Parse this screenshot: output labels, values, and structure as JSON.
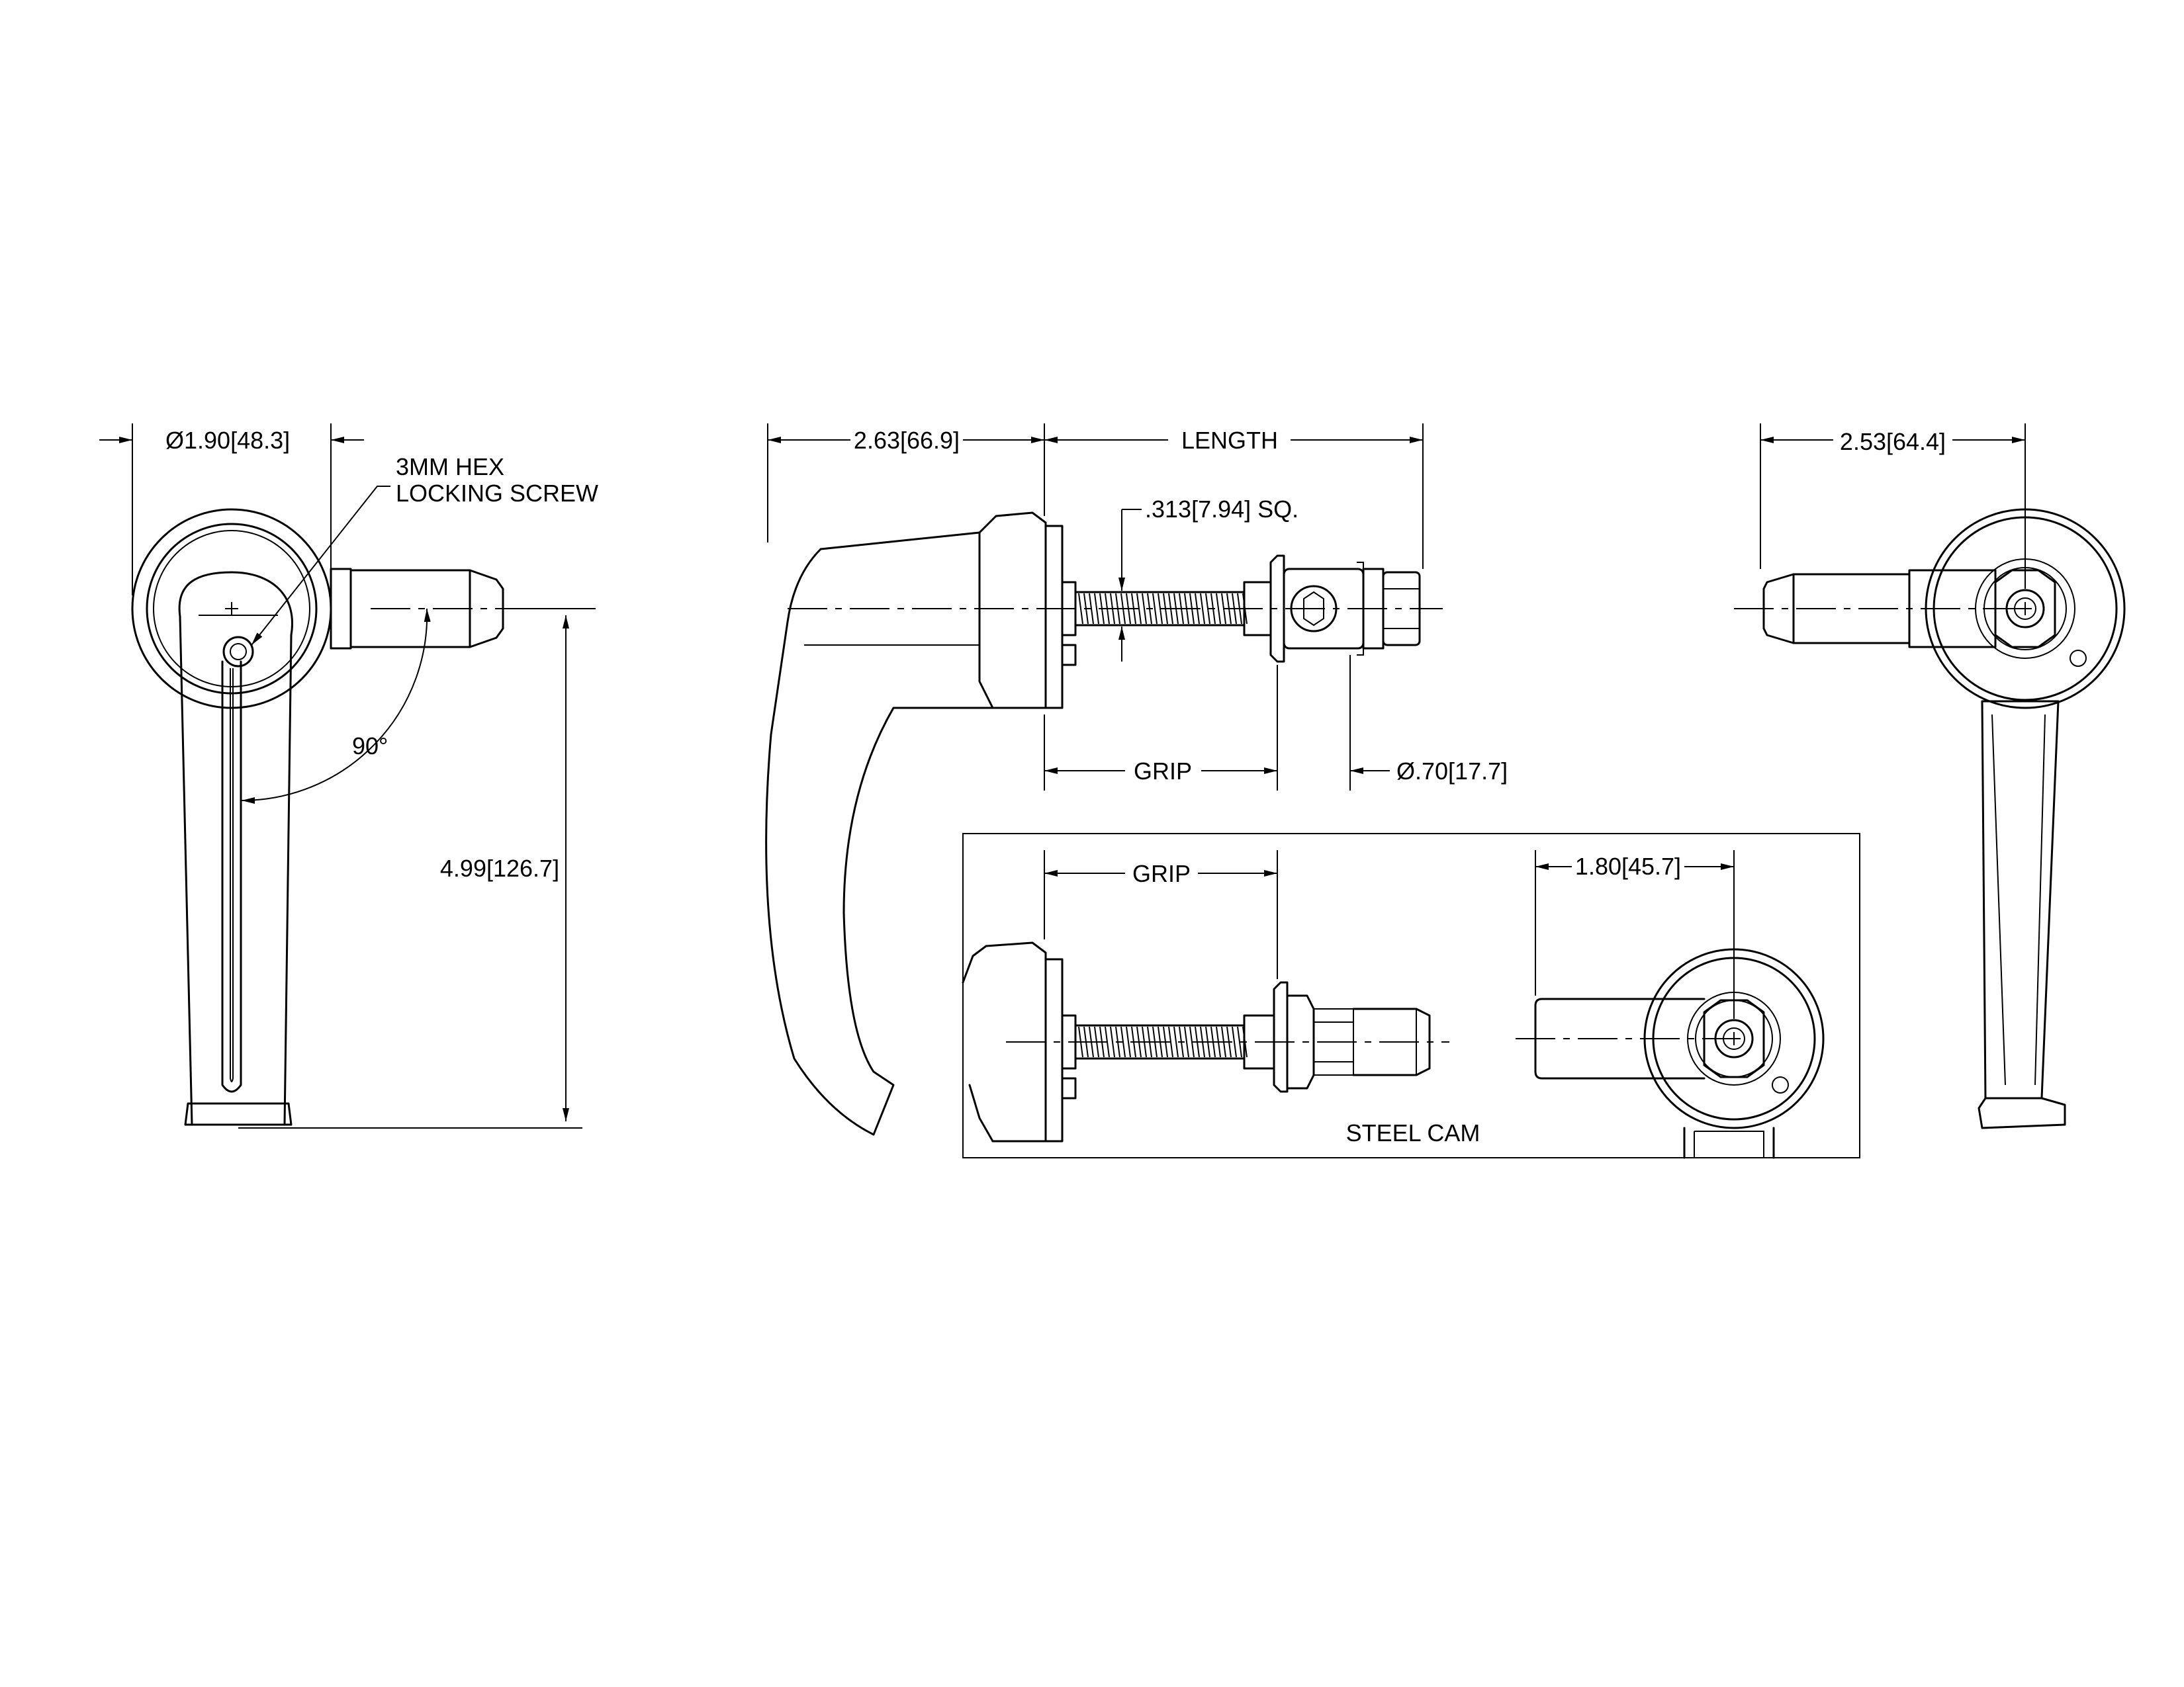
{
  "dimensions": {
    "dia_190": "Ø1.90[48.3]",
    "hex_screw_1": "3MM HEX",
    "hex_screw_2": "LOCKING SCREW",
    "angle_90": "90°",
    "height_499": "4.99[126.7]",
    "reach_263": "2.63[66.9]",
    "length": "LENGTH",
    "square_313": ".313[7.94] SQ.",
    "grip_main": "GRIP",
    "dia_070": "Ø.70[17.7]",
    "reach_253": "2.53[64.4]",
    "grip_inset": "GRIP",
    "offset_180": "1.80[45.7]",
    "steel_cam": "STEEL CAM"
  }
}
